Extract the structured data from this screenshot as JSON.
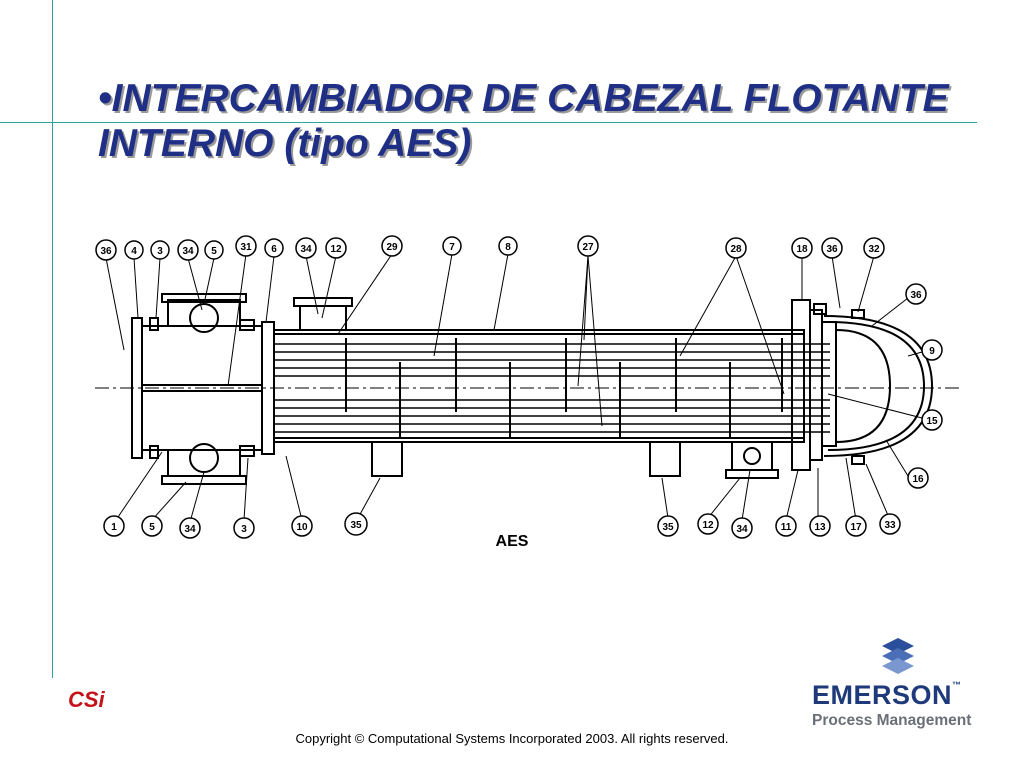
{
  "slide": {
    "title": "•INTERCAMBIADOR DE CABEZAL FLOTANTE  INTERNO (tipo AES)",
    "accent_color": "#1f2f86",
    "rule_color": "#2aa6a0"
  },
  "diagram": {
    "caption": "AES",
    "callouts_top": [
      "36",
      "4",
      "3",
      "34",
      "5",
      "31",
      "6",
      "34",
      "12",
      "29",
      "7",
      "8",
      "27",
      "28",
      "18",
      "36",
      "32",
      "36",
      "9",
      "15",
      "16"
    ],
    "callouts_bottom": [
      "1",
      "5",
      "34",
      "3",
      "10",
      "35",
      "35",
      "12",
      "34",
      "11",
      "13",
      "17",
      "33"
    ]
  },
  "logos": {
    "left": "CSi",
    "right_word": "EMERSON",
    "right_tm": "™",
    "right_sub": "Process Management"
  },
  "footer": {
    "copyright": "Copyright © Computational Systems Incorporated 2003. All rights reserved."
  }
}
